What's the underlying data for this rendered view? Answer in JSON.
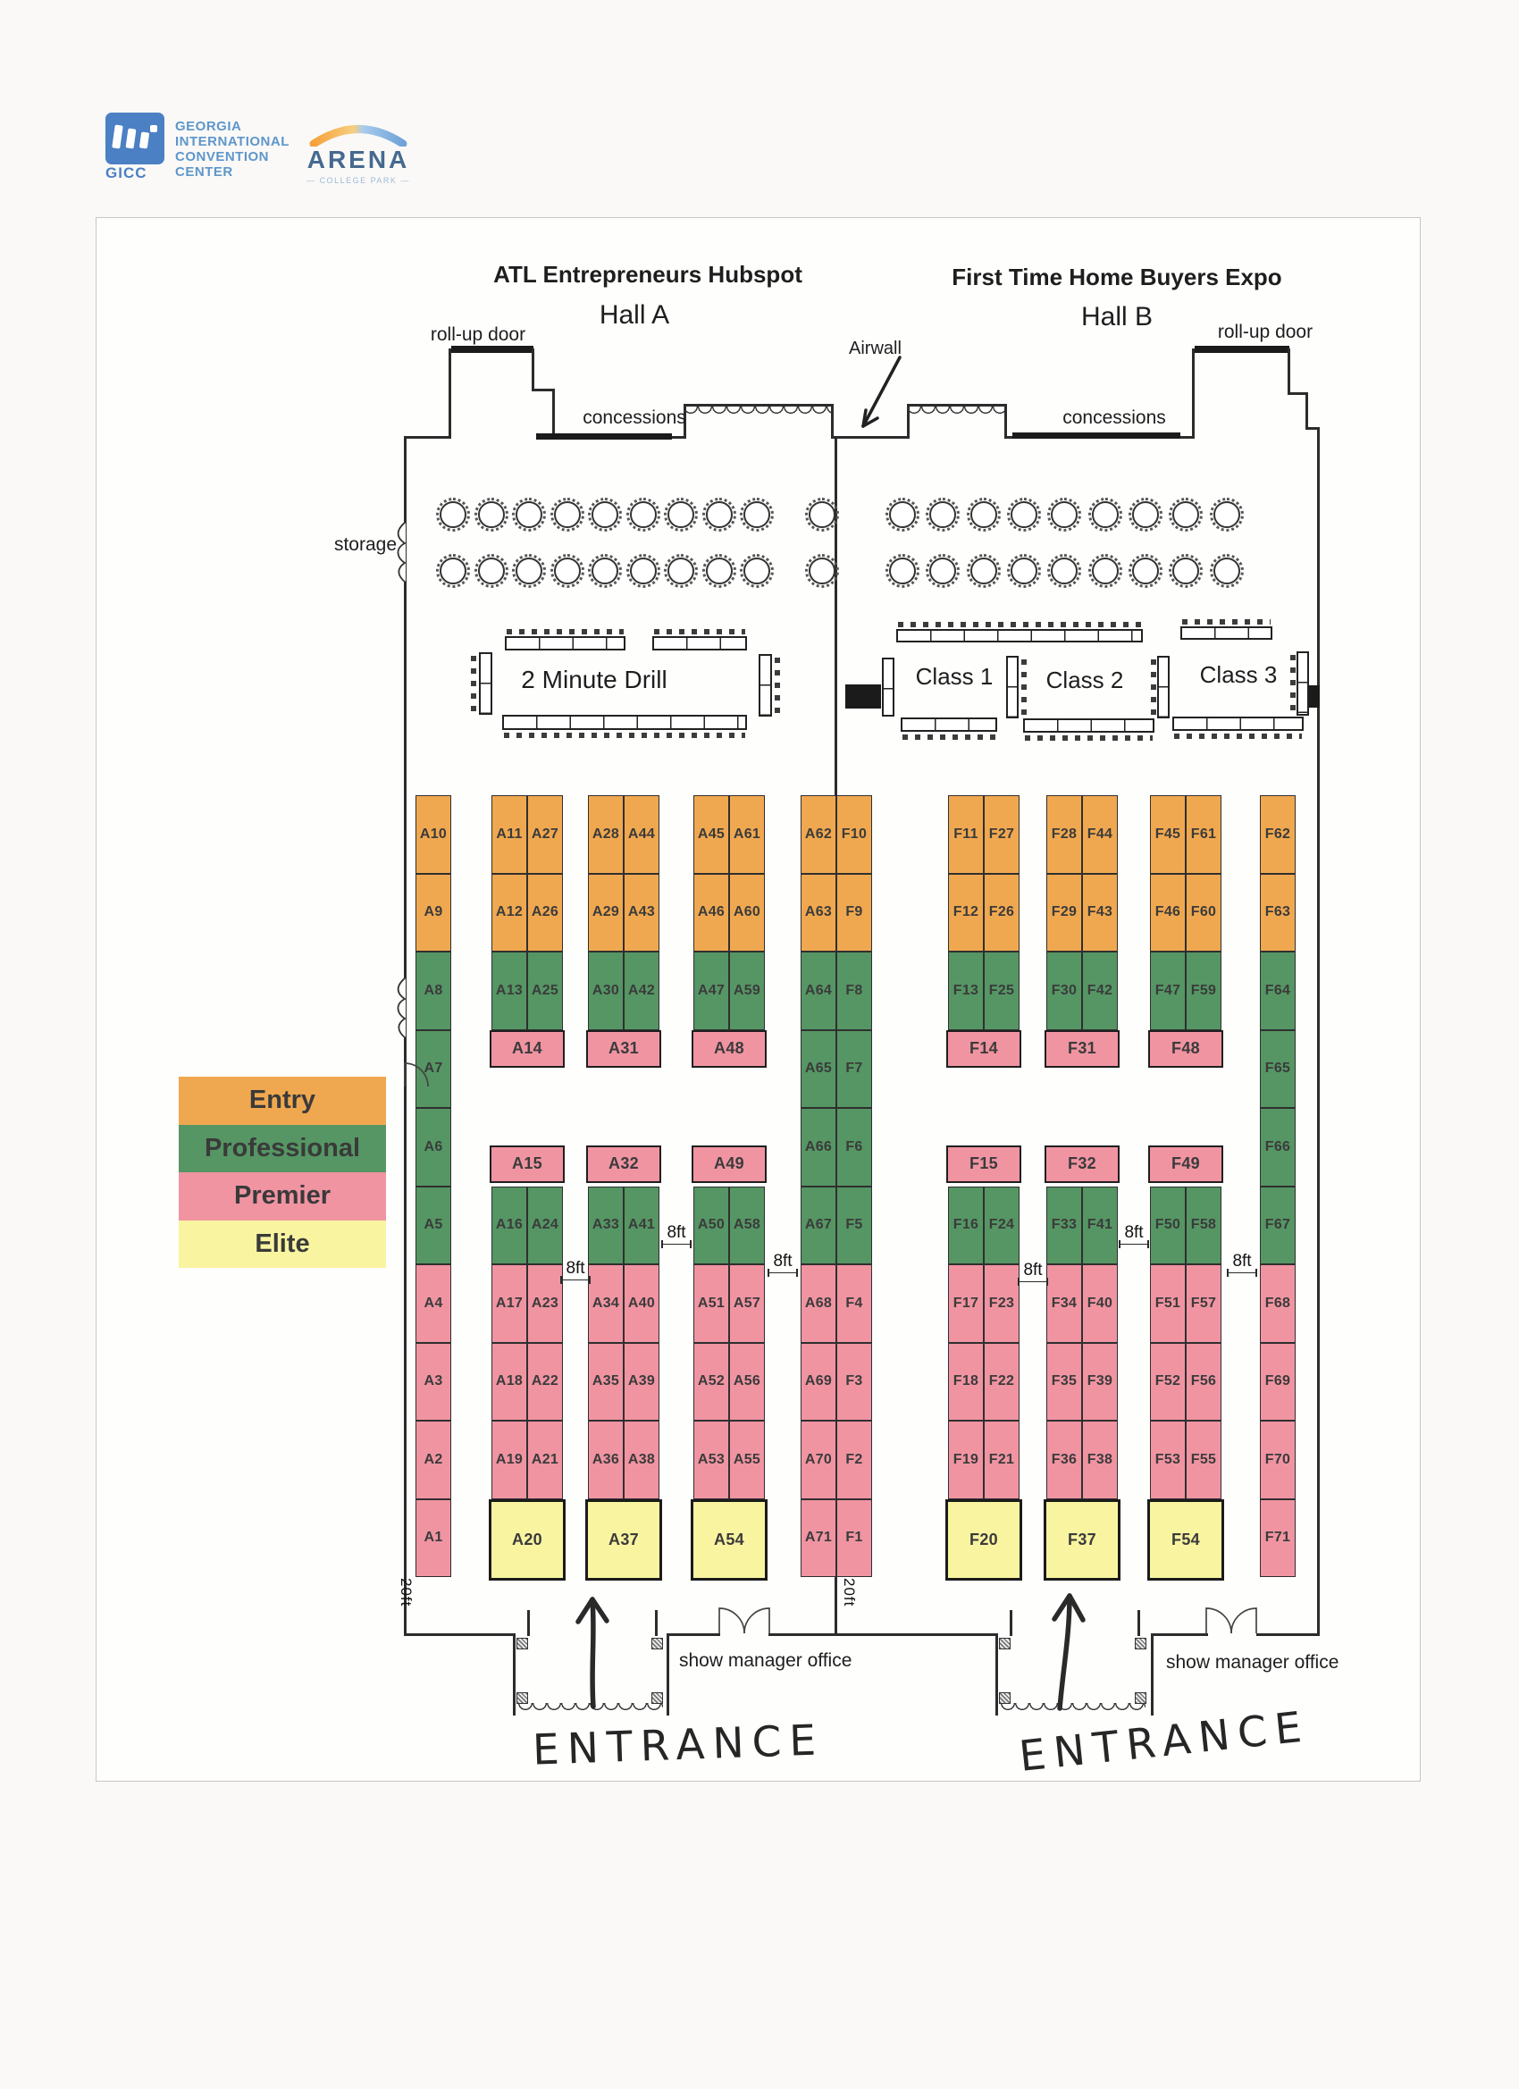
{
  "logos": {
    "gicc_acronym": "GICC",
    "gicc_lines": [
      "GEORGIA",
      "INTERNATIONAL",
      "CONVENTION",
      "CENTER"
    ],
    "arena_name": "ARENA",
    "arena_subtitle": "COLLEGE PARK"
  },
  "titles": {
    "hall_a_event": "ATL Entrepreneurs Hubspot",
    "hall_a_name": "Hall A",
    "hall_b_event": "First Time Home Buyers Expo",
    "hall_b_name": "Hall B"
  },
  "labels": {
    "roll_up_door": "roll-up door",
    "concessions": "concessions",
    "storage": "storage",
    "airwall": "Airwall",
    "show_manager_office": "show manager office",
    "entrance": "ENTRANCE",
    "eight_ft": "8ft",
    "twenty_ft": "20ft"
  },
  "rooms": {
    "two_minute_drill": "2 Minute Drill",
    "classes": [
      "Class 1",
      "Class 2",
      "Class 3"
    ]
  },
  "legend": {
    "items": [
      {
        "label": "Entry",
        "tier": "entry"
      },
      {
        "label": "Professional",
        "tier": "professional"
      },
      {
        "label": "Premier",
        "tier": "premier"
      },
      {
        "label": "Elite",
        "tier": "elite"
      }
    ]
  },
  "colors": {
    "entry": "#F0A850",
    "professional": "#559664",
    "premier": "#F094A2",
    "elite": "#F9F4A0"
  },
  "tiers": {
    "single_by_row": [
      "entry",
      "entry",
      "professional",
      "professional",
      "professional",
      "professional",
      "premier",
      "premier",
      "premier",
      "premier"
    ],
    "pair_top": [
      "entry",
      "entry",
      "professional"
    ],
    "pair_bottom": [
      "professional",
      "premier",
      "premier",
      "premier"
    ]
  },
  "booths": {
    "col_a": {
      "cells": [
        "A10",
        "A9",
        "A8",
        "A7",
        "A6",
        "A5",
        "A4",
        "A3",
        "A2",
        "A1"
      ]
    },
    "pair_a1": {
      "top_rows": [
        [
          "A11",
          "A27"
        ],
        [
          "A12",
          "A26"
        ],
        [
          "A13",
          "A25"
        ]
      ],
      "wide_top": "A14",
      "wide_bottom": "A15",
      "bottom_rows": [
        [
          "A16",
          "A24"
        ],
        [
          "A17",
          "A23"
        ],
        [
          "A18",
          "A22"
        ],
        [
          "A19",
          "A21"
        ]
      ],
      "elite": "A20"
    },
    "pair_a2": {
      "top_rows": [
        [
          "A28",
          "A44"
        ],
        [
          "A29",
          "A43"
        ],
        [
          "A30",
          "A42"
        ]
      ],
      "wide_top": "A31",
      "wide_bottom": "A32",
      "bottom_rows": [
        [
          "A33",
          "A41"
        ],
        [
          "A34",
          "A40"
        ],
        [
          "A35",
          "A39"
        ],
        [
          "A36",
          "A38"
        ]
      ],
      "elite": "A37"
    },
    "pair_a3": {
      "top_rows": [
        [
          "A45",
          "A61"
        ],
        [
          "A46",
          "A60"
        ],
        [
          "A47",
          "A59"
        ]
      ],
      "wide_top": "A48",
      "wide_bottom": "A49",
      "bottom_rows": [
        [
          "A50",
          "A58"
        ],
        [
          "A51",
          "A57"
        ],
        [
          "A52",
          "A56"
        ],
        [
          "A53",
          "A55"
        ]
      ],
      "elite": "A54"
    },
    "center": {
      "cells": [
        [
          "A62",
          "F10"
        ],
        [
          "A63",
          "F9"
        ],
        [
          "A64",
          "F8"
        ],
        [
          "A65",
          "F7"
        ],
        [
          "A66",
          "F6"
        ],
        [
          "A67",
          "F5"
        ],
        [
          "A68",
          "F4"
        ],
        [
          "A69",
          "F3"
        ],
        [
          "A70",
          "F2"
        ],
        [
          "A71",
          "F1"
        ]
      ]
    },
    "pair_b1": {
      "top_rows": [
        [
          "F11",
          "F27"
        ],
        [
          "F12",
          "F26"
        ],
        [
          "F13",
          "F25"
        ]
      ],
      "wide_top": "F14",
      "wide_bottom": "F15",
      "bottom_rows": [
        [
          "F16",
          "F24"
        ],
        [
          "F17",
          "F23"
        ],
        [
          "F18",
          "F22"
        ],
        [
          "F19",
          "F21"
        ]
      ],
      "elite": "F20"
    },
    "pair_b2": {
      "top_rows": [
        [
          "F28",
          "F44"
        ],
        [
          "F29",
          "F43"
        ],
        [
          "F30",
          "F42"
        ]
      ],
      "wide_top": "F31",
      "wide_bottom": "F32",
      "bottom_rows": [
        [
          "F33",
          "F41"
        ],
        [
          "F34",
          "F40"
        ],
        [
          "F35",
          "F39"
        ],
        [
          "F36",
          "F38"
        ]
      ],
      "elite": "F37"
    },
    "pair_b3": {
      "top_rows": [
        [
          "F45",
          "F61"
        ],
        [
          "F46",
          "F60"
        ],
        [
          "F47",
          "F59"
        ]
      ],
      "wide_top": "F48",
      "wide_bottom": "F49",
      "bottom_rows": [
        [
          "F50",
          "F58"
        ],
        [
          "F51",
          "F57"
        ],
        [
          "F52",
          "F56"
        ],
        [
          "F53",
          "F55"
        ]
      ],
      "elite": "F54"
    },
    "col_f": {
      "cells": [
        "F62",
        "F63",
        "F64",
        "F65",
        "F66",
        "F67",
        "F68",
        "F69",
        "F70",
        "F71"
      ]
    }
  },
  "round_tables": {
    "hall_a_rows": 2,
    "hall_a_per_row": 10,
    "hall_b_rows": 2,
    "hall_b_per_row": 9
  }
}
